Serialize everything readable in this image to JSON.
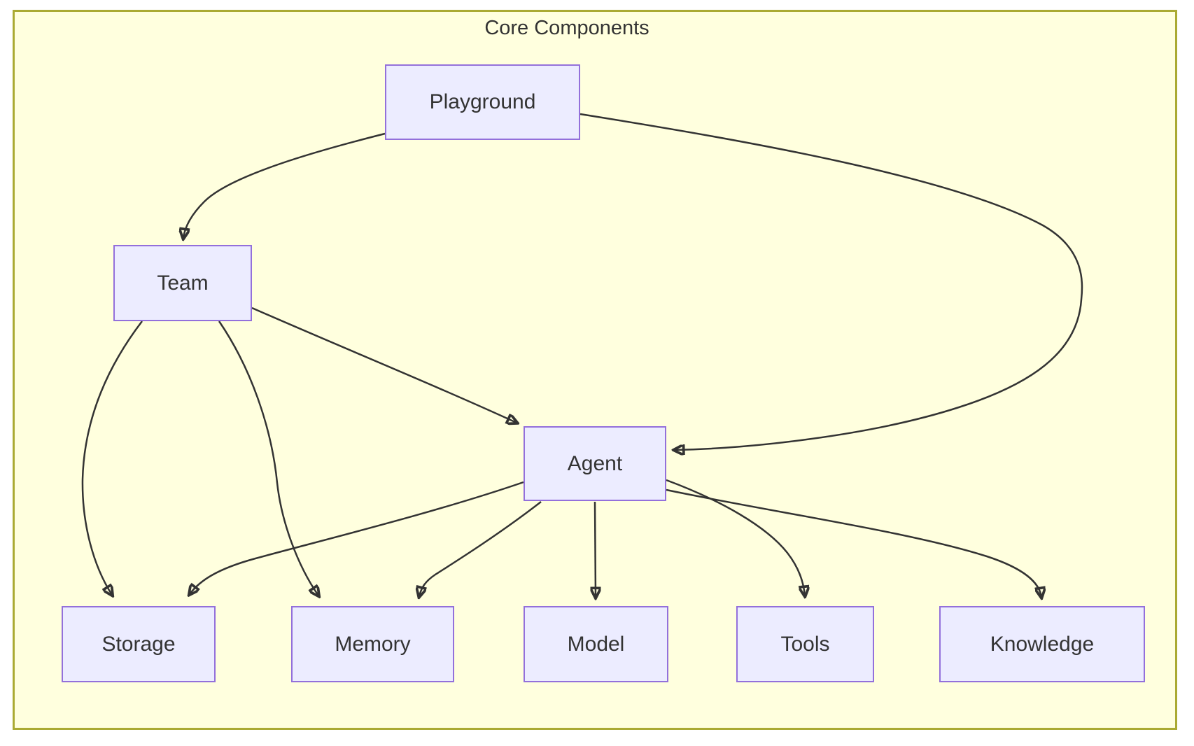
{
  "diagram": {
    "title": "Core Components",
    "nodes": [
      {
        "id": "playground",
        "label": "Playground"
      },
      {
        "id": "team",
        "label": "Team"
      },
      {
        "id": "agent",
        "label": "Agent"
      },
      {
        "id": "storage",
        "label": "Storage"
      },
      {
        "id": "memory",
        "label": "Memory"
      },
      {
        "id": "model",
        "label": "Model"
      },
      {
        "id": "tools",
        "label": "Tools"
      },
      {
        "id": "knowledge",
        "label": "Knowledge"
      }
    ],
    "edges": [
      {
        "from": "Playground",
        "to": "Team"
      },
      {
        "from": "Playground",
        "to": "Agent"
      },
      {
        "from": "Team",
        "to": "Agent"
      },
      {
        "from": "Team",
        "to": "Storage"
      },
      {
        "from": "Team",
        "to": "Memory"
      },
      {
        "from": "Agent",
        "to": "Storage"
      },
      {
        "from": "Agent",
        "to": "Memory"
      },
      {
        "from": "Agent",
        "to": "Model"
      },
      {
        "from": "Agent",
        "to": "Tools"
      },
      {
        "from": "Agent",
        "to": "Knowledge"
      }
    ],
    "colors": {
      "node_fill": "#ECECFF",
      "node_border": "#9370DB",
      "cluster_fill": "#FFFFDE",
      "cluster_border": "#AAAA33",
      "edge_stroke": "#333333",
      "text": "#333333"
    }
  }
}
